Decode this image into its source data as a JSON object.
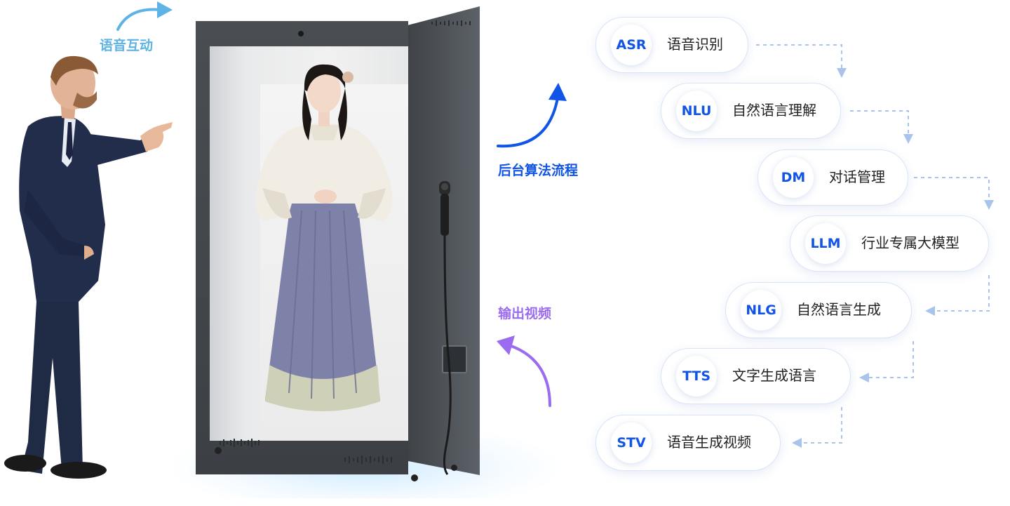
{
  "labels": {
    "voice_interaction": "语音互动",
    "backend_process": "后台算法流程",
    "output_video": "输出视频"
  },
  "steps": [
    {
      "abbr": "ASR",
      "text": "语音识别"
    },
    {
      "abbr": "NLU",
      "text": "自然语言理解"
    },
    {
      "abbr": "DM",
      "text": "对话管理"
    },
    {
      "abbr": "LLM",
      "text": "行业专属大模型"
    },
    {
      "abbr": "NLG",
      "text": "自然语言生成"
    },
    {
      "abbr": "TTS",
      "text": "文字生成语言"
    },
    {
      "abbr": "STV",
      "text": "语音生成视频"
    }
  ],
  "colors": {
    "voice_label": "#5db3e6",
    "backend_label": "#1155e6",
    "output_label": "#9b6cf0",
    "badge_text": "#1155e6",
    "connector": "#a9c4ec"
  },
  "icons": {
    "person": "man-in-suit-pointing",
    "kiosk": "holographic-display-cabinet",
    "avatar": "digital-human-woman",
    "microphone": "microphone-icon"
  }
}
